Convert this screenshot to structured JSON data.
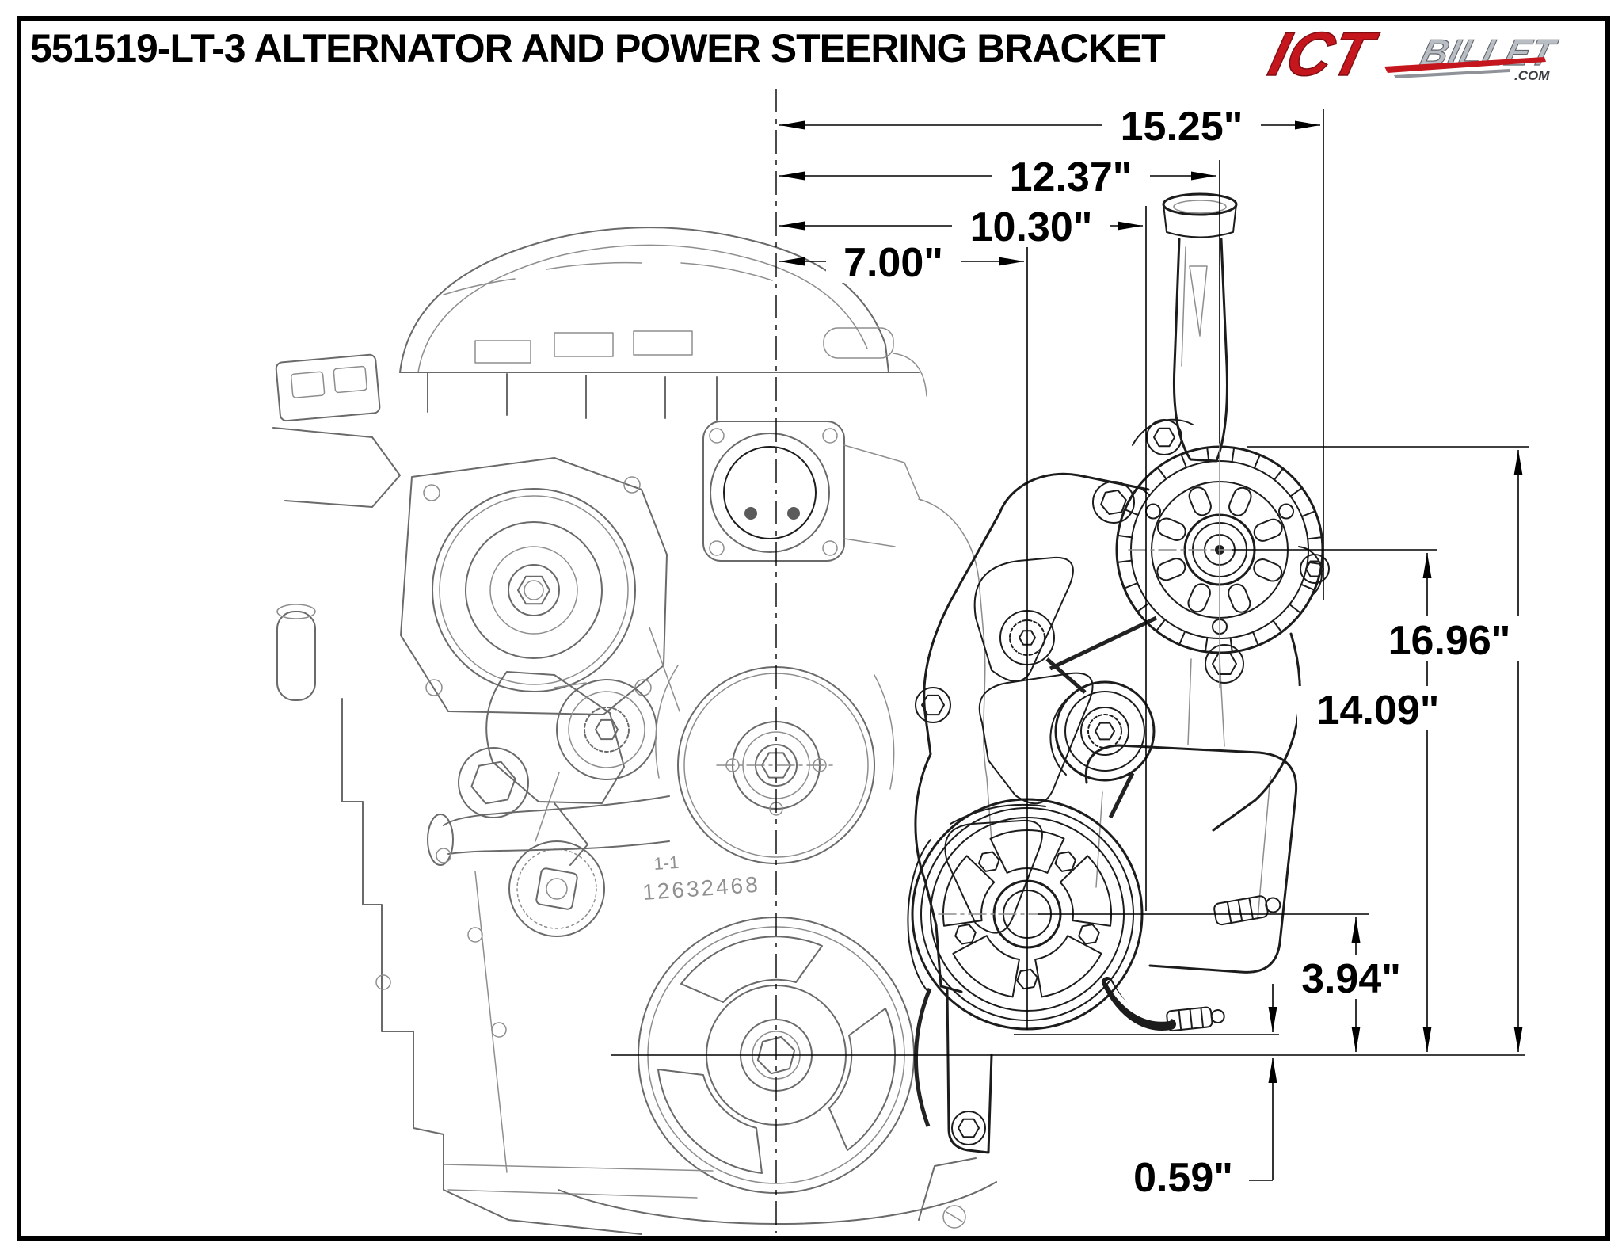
{
  "page": {
    "title": "551519-LT-3 ALTERNATOR AND POWER STEERING BRACKET",
    "background": "#ffffff",
    "border_color": "#000000"
  },
  "logo": {
    "ict": "ICT",
    "billet": "BILLET",
    "tld": ".COM",
    "red": "#c4161c",
    "silver": "#b9bdc4"
  },
  "drawing": {
    "part_number": "551519-LT-3",
    "cast_marks": {
      "line1": "1-1",
      "line2": "12632468"
    },
    "line_gray": "#6a6a6a",
    "bold_black": "#1c1c1c"
  },
  "dimensions": {
    "horizontal": [
      {
        "id": "dim-15-25",
        "label": "15.25\"",
        "inches": 15.25
      },
      {
        "id": "dim-12-37",
        "label": "12.37\"",
        "inches": 12.37
      },
      {
        "id": "dim-10-30",
        "label": "10.30\"",
        "inches": 10.3
      },
      {
        "id": "dim-7-00",
        "label": "7.00\"",
        "inches": 7.0
      }
    ],
    "vertical": [
      {
        "id": "dim-16-96",
        "label": "16.96\"",
        "inches": 16.96
      },
      {
        "id": "dim-14-09",
        "label": "14.09\"",
        "inches": 14.09
      },
      {
        "id": "dim-3-94",
        "label": "3.94\"",
        "inches": 3.94
      },
      {
        "id": "dim-0-59",
        "label": "0.59\"",
        "inches": 0.59
      }
    ]
  }
}
